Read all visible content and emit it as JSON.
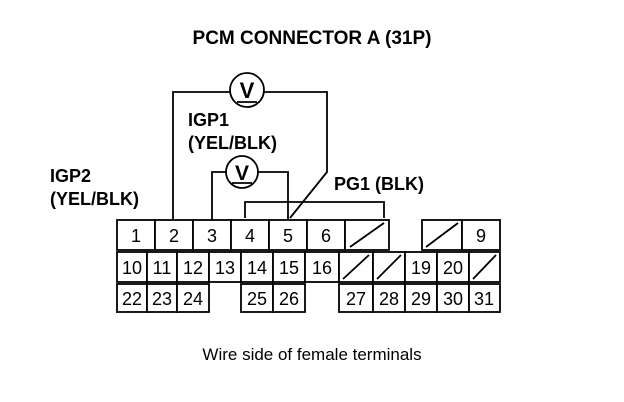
{
  "title": "PCM CONNECTOR A (31P)",
  "labels": {
    "igp1_name": "IGP1",
    "igp1_color": "(YEL/BLK)",
    "igp2_name": "IGP2",
    "igp2_color": "(YEL/BLK)",
    "pg1": "PG1 (BLK)"
  },
  "meter_symbol": "V",
  "caption": "Wire side of female terminals",
  "rows": [
    [
      "1",
      "2",
      "3",
      "4",
      "5",
      "6",
      "",
      "",
      "",
      "9"
    ],
    [
      "10",
      "11",
      "12",
      "13",
      "14",
      "15",
      "16",
      "",
      "",
      "19",
      "20",
      ""
    ],
    [
      "22",
      "23",
      "24",
      "",
      "25",
      "26",
      "",
      "27",
      "28",
      "29",
      "30",
      "31"
    ]
  ]
}
